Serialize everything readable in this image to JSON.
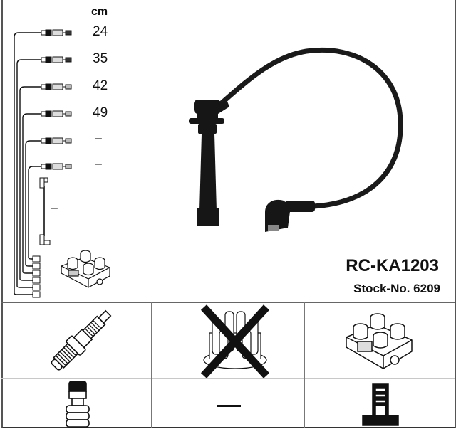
{
  "product": {
    "part_number": "RC-KA1203",
    "stock_label": "Stock-No. 6209"
  },
  "lengths": {
    "unit": "cm",
    "items": [
      {
        "cable": 1,
        "length": "24"
      },
      {
        "cable": 2,
        "length": "35"
      },
      {
        "cable": 3,
        "length": "42"
      },
      {
        "cable": 4,
        "length": "49"
      },
      {
        "cable": 5,
        "length": "–"
      },
      {
        "cable": 6,
        "length": "–"
      },
      {
        "cable": 7,
        "length": "–"
      }
    ]
  },
  "icons": {
    "main_photo": "ignition-cable-icon",
    "schematic_coil": "ignition-coil-icon",
    "grid": [
      {
        "row": 1,
        "col": 1,
        "icon": "spark-plug-icon"
      },
      {
        "row": 1,
        "col": 2,
        "icon": "distributor-cap-icon",
        "crossed_out": true
      },
      {
        "row": 1,
        "col": 3,
        "icon": "ignition-coil-icon"
      },
      {
        "row": 2,
        "col": 1,
        "icon": "spark-plug-connector-icon"
      },
      {
        "row": 2,
        "col": 2,
        "icon": "dash-icon",
        "text": "—"
      },
      {
        "row": 2,
        "col": 3,
        "icon": "coil-connector-icon"
      }
    ]
  },
  "colors": {
    "ink": "#111111",
    "border": "#555555",
    "light_divider": "#c8c8c8",
    "background": "#ffffff"
  }
}
